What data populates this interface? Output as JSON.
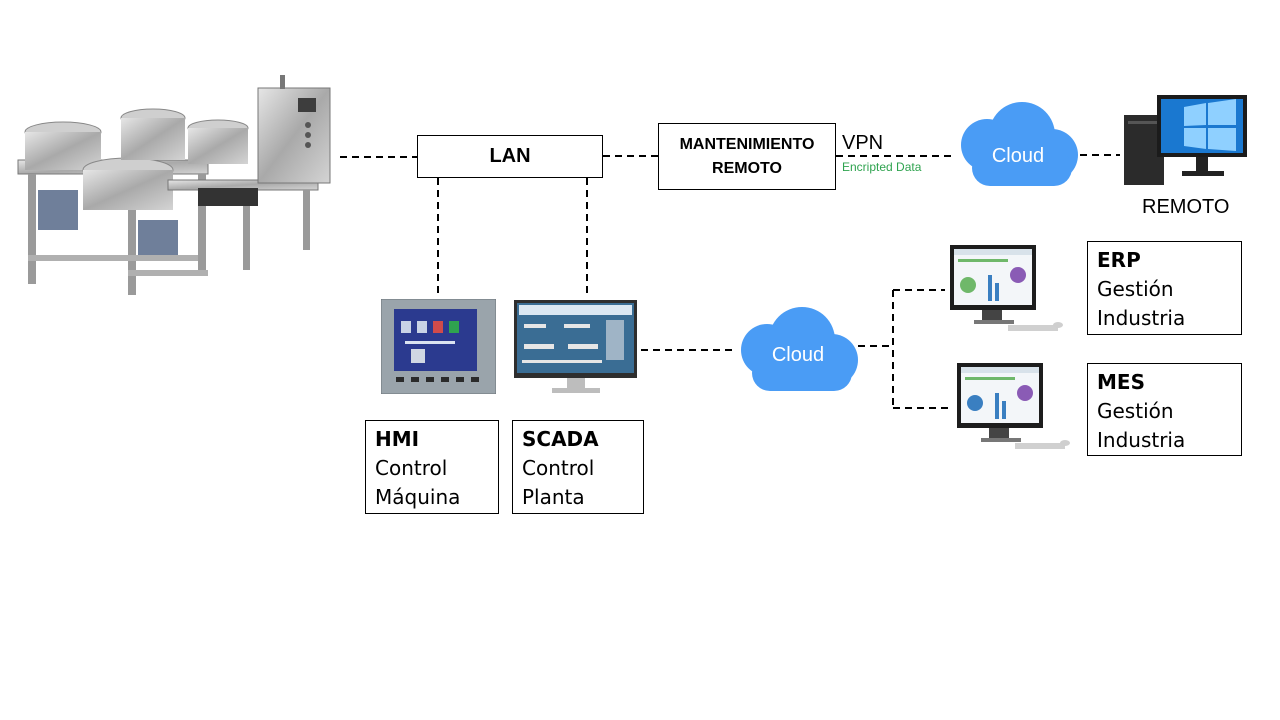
{
  "lan": {
    "label": "LAN"
  },
  "mantenimiento": {
    "line1": "MANTENIMIENTO",
    "line2": "REMOTO"
  },
  "vpn": {
    "label": "VPN",
    "sublabel": "Encripted Data"
  },
  "cloud_top": {
    "label": "Cloud"
  },
  "cloud_mid": {
    "label": "Cloud"
  },
  "remote_pc": {
    "label": "REMOTO"
  },
  "hmi": {
    "title": "HMI",
    "line1": "Control",
    "line2": "Máquina"
  },
  "scada": {
    "title": "SCADA",
    "line1": "Control",
    "line2": "Planta"
  },
  "erp": {
    "title": "ERP",
    "line1": "Gestión",
    "line2": "Industria"
  },
  "mes": {
    "title": "MES",
    "line1": "Gestión",
    "line2": "Industria"
  },
  "colors": {
    "cloud": "#4a9cf5",
    "vpn_sub": "#2fa34f",
    "hmi_screen": "#2b3a8f"
  },
  "icons": [
    "machine-image",
    "hmi-panel-icon",
    "scada-monitor-icon",
    "cloud-icon",
    "desktop-pc-icon",
    "monitor-dashboard-icon"
  ]
}
